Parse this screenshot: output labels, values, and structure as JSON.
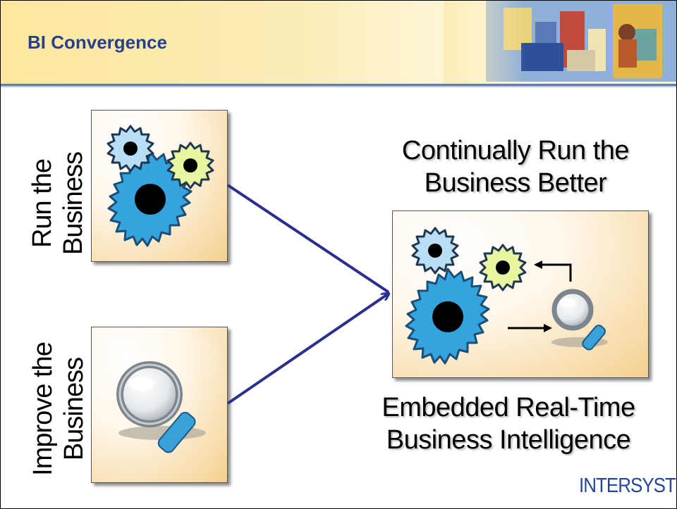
{
  "header": {
    "title": "BI Convergence"
  },
  "left_panels": {
    "run": {
      "line1": "Run the",
      "line2": "Business"
    },
    "improve": {
      "line1": "Improve the",
      "line2": "Business"
    }
  },
  "result": {
    "top_line1": "Continually Run the",
    "top_line2": "Business Better",
    "bottom_line1": "Embedded Real-Time",
    "bottom_line2": "Business Intelligence"
  },
  "logo": {
    "text": "INTERSYSTEMS"
  },
  "icons": [
    "gear-icon",
    "magnifier-icon",
    "cycle-arrow-icon",
    "header-illustration"
  ],
  "colors": {
    "title": "#283f8c",
    "header_bg": "#fce9a8",
    "arrow": "#2d2f8f",
    "gear_blue": "#35a3dd",
    "gear_light_blue": "#b9dff5",
    "gear_yellow": "#e8f6a0",
    "logo": "#2a4698"
  }
}
